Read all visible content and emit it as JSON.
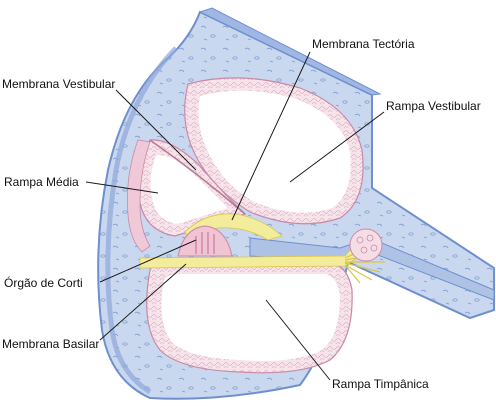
{
  "labels": {
    "membrana_tectoria": "Membrana Tectória",
    "membrana_vestibular": "Membrana Vestibular",
    "rampa_vestibular": "Rampa Vestibular",
    "rampa_media": "Rampa Média",
    "orgao_de_corti": "Órgão de Corti",
    "membrana_basilar": "Membrana Basilar",
    "rampa_timpanica": "Rampa Timpânica"
  },
  "colors": {
    "bone": "#c9d8ee",
    "bone_edge": "#6f8fcf",
    "tissue": "#f5dde6",
    "tissue_edge": "#c88aa8",
    "nerve": "#f3ec9a",
    "nerve_edge": "#d9c54a",
    "cavity": "#ffffff"
  }
}
